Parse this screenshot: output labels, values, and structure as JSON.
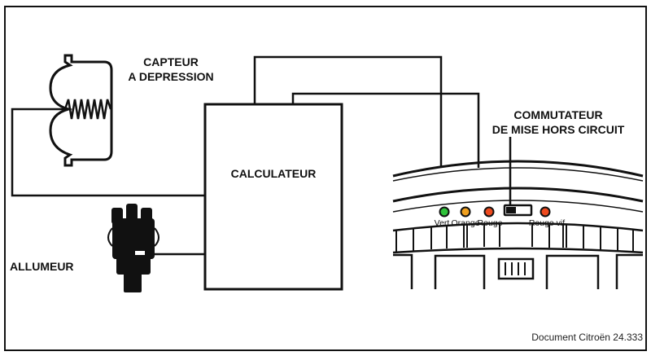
{
  "labels": {
    "sensor": [
      "CAPTEUR",
      "A DEPRESSION"
    ],
    "calculator": "CALCULATEUR",
    "distributor": "ALLUMEUR",
    "switch": [
      "COMMUTATEUR",
      "DE MISE HORS CIRCUIT"
    ]
  },
  "lights": [
    {
      "label": "Vert",
      "color": "#2fc23a"
    },
    {
      "label": "Orange",
      "color": "#f0a01e"
    },
    {
      "label": "Rouge",
      "color": "#ee4a1e"
    },
    {
      "label": "Rouge vif",
      "color": "#ee4a1e"
    }
  ],
  "caption": "Document Citroën 24.333"
}
